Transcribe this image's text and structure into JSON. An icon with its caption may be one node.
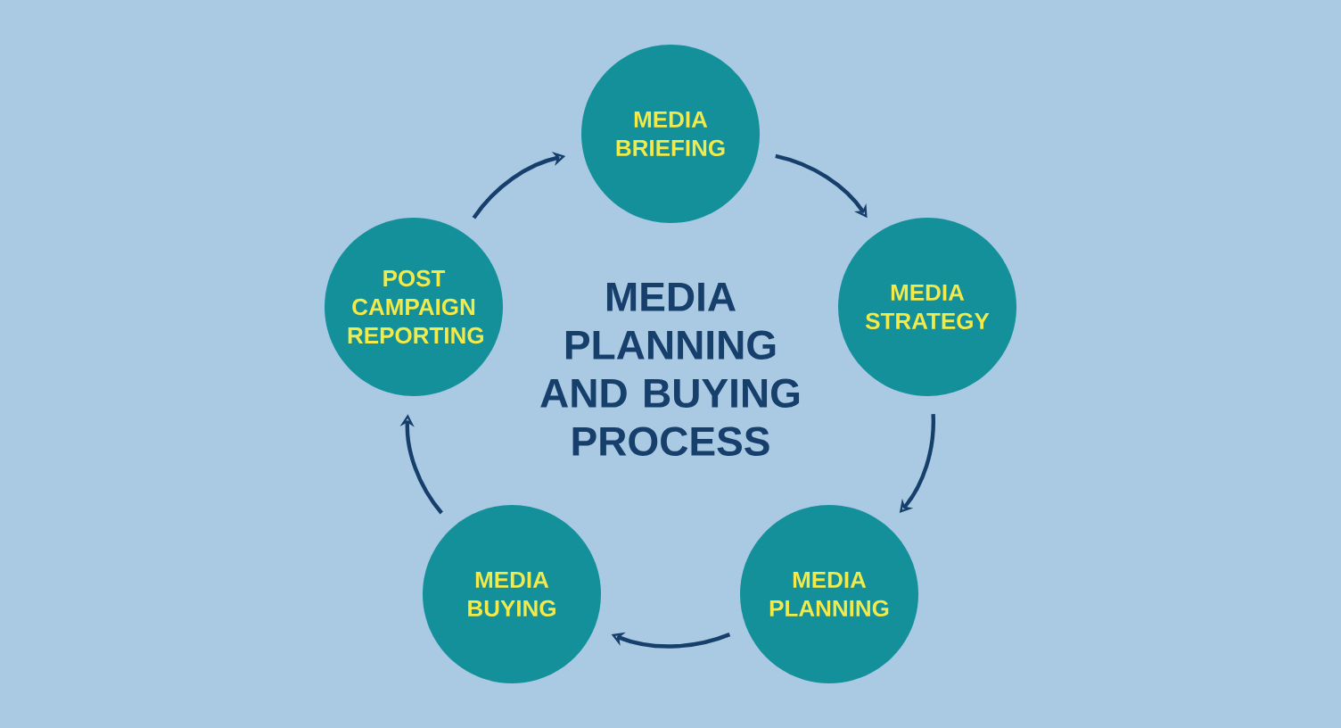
{
  "diagram": {
    "title": "MEDIA PLANNING AND BUYING PROCESS",
    "nodes": [
      {
        "text": [
          "MEDIA BRIEFING"
        ]
      },
      {
        "text": [
          "MEDIA STRATEGY"
        ]
      },
      {
        "text": [
          "MEDIA PLANNING"
        ]
      },
      {
        "text": [
          "MEDIA BUYING"
        ]
      },
      {
        "text": [
          "POST CAMPAIGN REPORTING"
        ]
      }
    ],
    "edges": [
      {
        "from": 0,
        "to": 1,
        "arrow": "to"
      },
      {
        "from": 1,
        "to": 2,
        "arrow": "to"
      },
      {
        "from": 2,
        "to": 3,
        "arrow": "to"
      },
      {
        "from": 3,
        "to": 4,
        "arrow": "to"
      },
      {
        "from": 4,
        "to": 0,
        "arrow": "to"
      }
    ]
  }
}
